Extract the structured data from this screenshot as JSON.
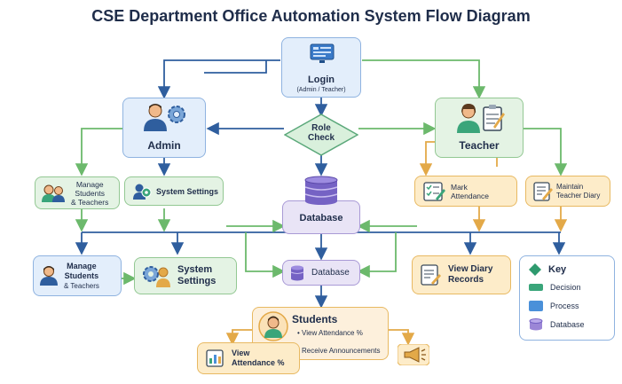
{
  "title": "CSE Department Office Automation System Flow Diagram",
  "login": {
    "label": "Login",
    "sub": "(Admin / Teacher)"
  },
  "role_check": {
    "line1": "Role",
    "line2": "Check"
  },
  "admin": {
    "label": "Admin"
  },
  "teacher": {
    "label": "Teacher"
  },
  "manage_students_top": {
    "line1": "Manage",
    "line2": "Students",
    "line3": "& Teachers"
  },
  "system_settings_top": {
    "label": "System Settings"
  },
  "database_main": {
    "label": "Database"
  },
  "mark_attendance": {
    "line1": "Mark",
    "line2": "Attendance"
  },
  "maintain_diary": {
    "line1": "Maintain",
    "line2": "Teacher Diary"
  },
  "manage_students_bottom": {
    "line1": "Manage",
    "line2": "Students",
    "line3": "& Teachers"
  },
  "system_settings_bottom": {
    "line1": "System",
    "line2": "Settings"
  },
  "database_small": {
    "label": "Database"
  },
  "view_diary": {
    "line1": "View Diary",
    "line2": "Records"
  },
  "students": {
    "label": "Students",
    "items": [
      "View Attendance %",
      "Receive Announcements"
    ],
    "view_attendance": {
      "line1": "View",
      "line2": "Attendance %"
    }
  },
  "key": {
    "title": "Key",
    "items": [
      {
        "label": "Decision",
        "color": "#3aa57a",
        "shape": "bar"
      },
      {
        "label": "Process",
        "color": "#4a90d9",
        "shape": "square"
      },
      {
        "label": "Database",
        "color": "#9b86d6",
        "shape": "cylinder"
      }
    ],
    "title_icon_color": "#2e9a6e"
  },
  "colors": {
    "blue_arrow": "#2f5e9e",
    "green_arrow": "#6cb96c",
    "orange_arrow": "#e3a948",
    "decision_fill": "#d9f0dc",
    "decision_stroke": "#5ba87a"
  }
}
